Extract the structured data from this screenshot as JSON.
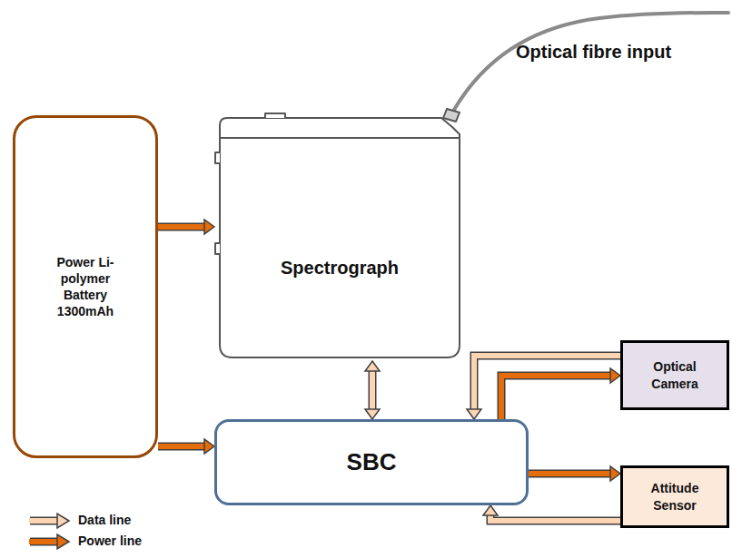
{
  "diagram": {
    "nodes": [
      {
        "text": [
          "Spectrograph"
        ]
      },
      {
        "text": [
          "Power Li- polymer Battery 1300mAh"
        ]
      },
      {
        "text": [
          "SBC"
        ]
      },
      {
        "text": [
          "Optical Camera"
        ]
      },
      {
        "text": [
          "Attitude Sensor"
        ]
      }
    ],
    "edges": [
      {
        "from": 1,
        "to": 0,
        "arrow": "to"
      },
      {
        "from": 1,
        "to": 2,
        "arrow": "to"
      },
      {
        "from": 0,
        "to": 2,
        "arrow": "both"
      },
      {
        "from": 3,
        "to": 2,
        "arrow": "to"
      },
      {
        "from": 2,
        "to": 3,
        "arrow": "to"
      },
      {
        "from": 2,
        "to": 4,
        "arrow": "to"
      },
      {
        "from": 4,
        "to": 2,
        "arrow": "to"
      }
    ],
    "labels": [
      "Optical fibre input"
    ],
    "legend": [
      {
        "text": "Data line"
      },
      {
        "text": "Power line"
      }
    ]
  }
}
